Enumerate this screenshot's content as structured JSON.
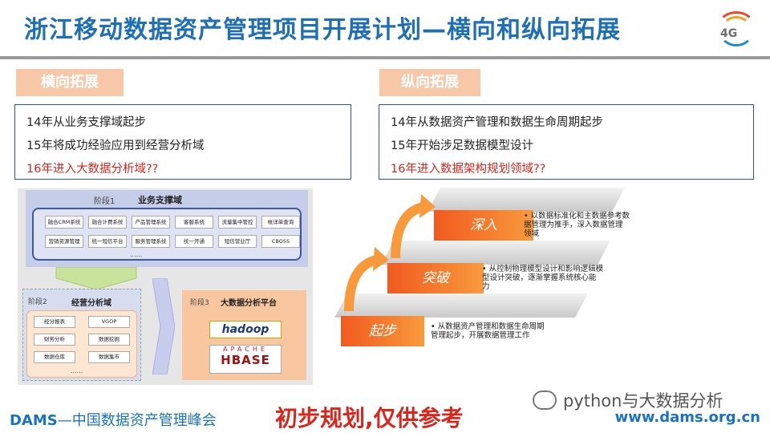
{
  "title": "浙江移动数据资产管理项目开展计划—横向和纵向拓展",
  "logo": {
    "text": "4G",
    "colors": [
      "#e94b24",
      "#f4a12a",
      "#1a8ccf"
    ]
  },
  "horizontal": {
    "tag": "横向拓展",
    "lines": [
      "14年从业务支撑域起步",
      "15年将成功经验应用到经营分析域",
      "16年进入大数据分析域??"
    ]
  },
  "vertical": {
    "tag": "纵向拓展",
    "lines": [
      "14年从数据资产管理和数据生命周期起步",
      "15年开始涉足数据模型设计",
      "16年进入数据架构规划领域??"
    ]
  },
  "diagram": {
    "stage1": {
      "label": "阶段1",
      "title": "业务支撑域",
      "row1": [
        "融合CRM系统",
        "融合计费系统",
        "产品管理系统",
        "客服系统",
        "流量集中管控",
        "帐详单查询"
      ],
      "row2": [
        "营销资源管理",
        "统一短信平台",
        "服务管理系统",
        "统一开通",
        "短信营业厅",
        "CBOSS"
      ],
      "more": "......"
    },
    "stage2": {
      "label": "阶段2",
      "title": "经营分析域",
      "items": [
        "经分报表",
        "VGOP",
        "财务分析",
        "数据挖掘",
        "数据仓库",
        "数据集市"
      ],
      "more": "......"
    },
    "stage3": {
      "label": "阶段3",
      "title": "大数据分析平台",
      "hadoop": "hadoop",
      "apache": "APACHE",
      "hbase": "HBASE"
    }
  },
  "stairs": [
    {
      "label": "深入",
      "desc": [
        "• 以数据标准化和主数据参考数",
        "  据管理为推手，深入数据管理",
        "  领域"
      ]
    },
    {
      "label": "突破",
      "desc": [
        "• 从控制物理模型设计和影响逻辑模",
        "  型设计突破，逐渐掌握系统核心能",
        "  力"
      ]
    },
    {
      "label": "起步",
      "desc": [
        "• 从数据资产管理和数据生命周期",
        "  管理起步，开展数据管理工作"
      ]
    }
  ],
  "footer": {
    "left_brand": "DAMS",
    "left_rest": "—中国数据资产管理峰会",
    "center": "初步规划,仅供参考",
    "right": "www.dams.org.cn",
    "watermark": "python与大数据分析"
  }
}
